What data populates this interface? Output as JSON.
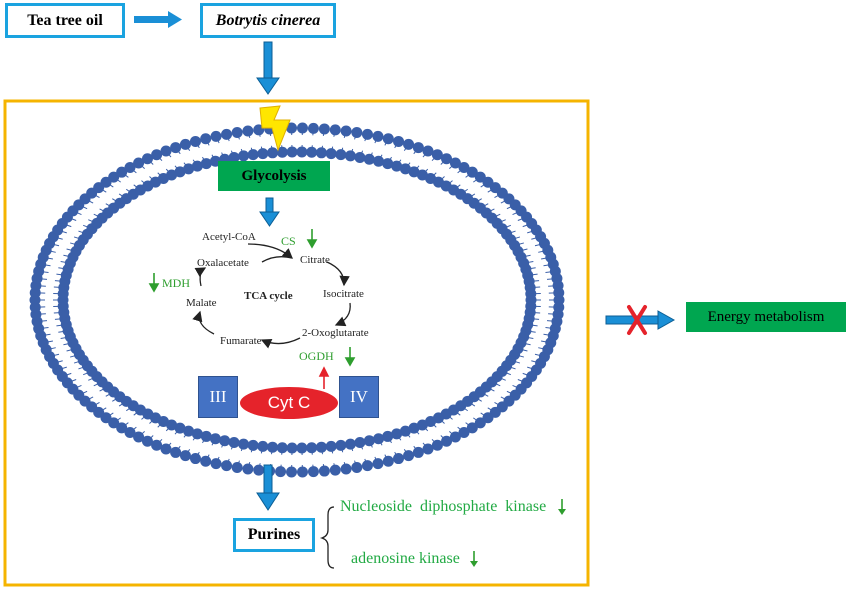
{
  "top": {
    "source_label": "Tea tree oil",
    "target_label": "Botrytis cinerea"
  },
  "cell": {
    "glycolysis_label": "Glycolysis",
    "tca": {
      "center_label": "TCA cycle",
      "metabolites": [
        "Acetyl-CoA",
        "Citrate",
        "Isocitrate",
        "2-Oxoglutarate",
        "Fumarate",
        "Malate",
        "Oxalacetate"
      ],
      "enzymes": {
        "cs": "CS",
        "mdh": "MDH",
        "ogdh": "OGDH"
      }
    },
    "complex_iii": "III",
    "cytc": "Cyt C",
    "complex_iv": "IV"
  },
  "outcome": {
    "energy_label": "Energy metabolism",
    "purines_label": "Purines",
    "kinase_1": "Nucleoside diphosphate kinase",
    "kinase_2": "adenosine kinase"
  },
  "colors": {
    "frame": "#f5b400",
    "box_border": "#1aa3e0",
    "arrow_blue": "#1a8fd6",
    "green_box": "#00a650",
    "membrane": "#3a5fa8",
    "complex": "#4472c4",
    "cytc": "#e5232b",
    "down_arrow": "#2e9e2e",
    "up_arrow": "#e5232b",
    "cross": "#e5232b"
  },
  "icons": {
    "flash": "lightning-bolt-icon",
    "blocked": "red-x-icon",
    "decrease": "down-arrow-icon",
    "increase": "up-arrow-icon"
  }
}
